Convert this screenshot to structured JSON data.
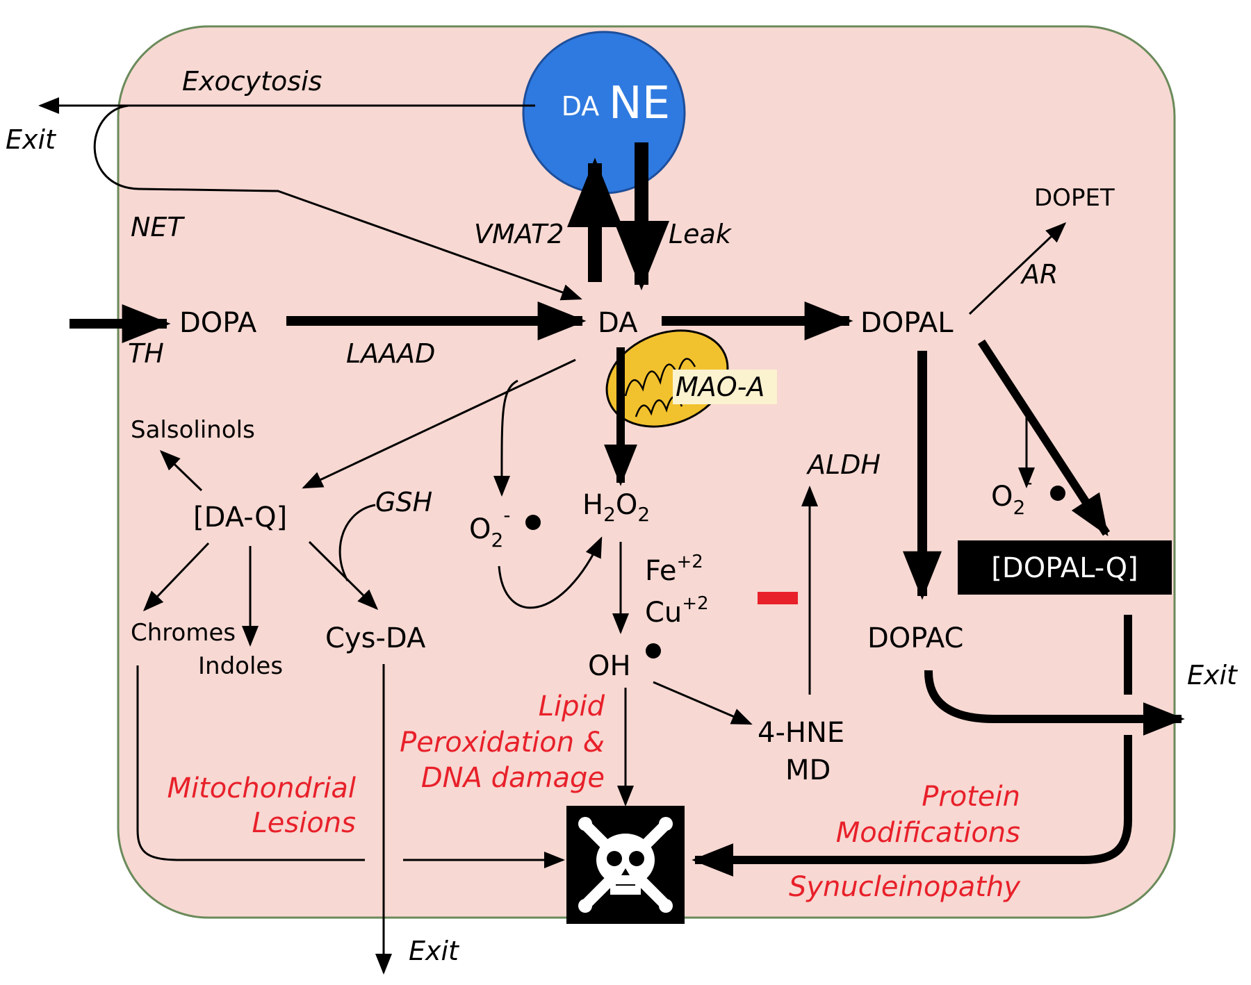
{
  "colors": {
    "cell_fill": "#f7d8d2",
    "cell_border": "#6a8a5a",
    "vesicle": "#2f7ae0",
    "mitochondrion": "#f2c12e",
    "red": "#e8202a",
    "black": "#000000"
  },
  "icons": {
    "death": "skull-and-crossbones-icon",
    "organelle": "mitochondrion-icon"
  },
  "vesicle": {
    "da": "DA",
    "ne": "NE"
  },
  "labels": {
    "exocytosis": "Exocytosis",
    "exit_top": "Exit",
    "net": "NET",
    "vmat2": "VMAT2",
    "leak": "Leak",
    "dopet": "DOPET",
    "ar": "AR",
    "dopa": "DOPA",
    "th": "TH",
    "laaad": "LAAAD",
    "da": "DA",
    "dopal": "DOPAL",
    "mao_a": "MAO-A",
    "salsolinols": "Salsolinols",
    "da_q": "[DA-Q]",
    "gsh": "GSH",
    "o2": "O",
    "o2_sub": "2",
    "o2_sup": "-",
    "h2o2_h": "H",
    "h2o2_2a": "2",
    "h2o2_o": "O",
    "h2o2_2b": "2",
    "aldh": "ALDH",
    "fe_base": "Fe",
    "fe_sup": "+2",
    "cu_base": "Cu",
    "cu_sup": "+2",
    "chromes": "Chromes",
    "indoles": "Indoles",
    "cys_da": "Cys-DA",
    "oh": "OH",
    "dopac": "DOPAC",
    "dopal_q": "[DOPAL-Q]",
    "exit_right": "Exit",
    "lipid_1": "Lipid",
    "lipid_2": "Peroxidation &",
    "lipid_3": "DNA damage",
    "hne": "4-HNE",
    "md": "MD",
    "mito_1": "Mitochondrial",
    "mito_2": "Lesions",
    "protein_1": "Protein",
    "protein_2": "Modifications",
    "synuclein": "Synucleinopathy",
    "exit_bottom": "Exit"
  }
}
